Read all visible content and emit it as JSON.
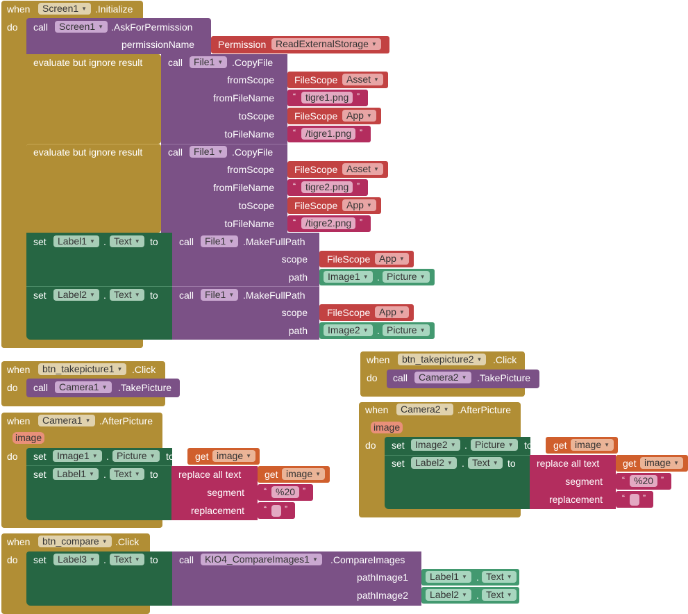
{
  "kw": {
    "when": "when",
    "do": "do",
    "call": "call",
    "set": "set",
    "to": "to",
    "get": "get",
    "dot": ".",
    "eval": "evaluate but ignore result",
    "open_q": "“",
    "close_q": "”"
  },
  "screen_init": {
    "component": "Screen1",
    "event": ".Initialize",
    "ask": {
      "component": "Screen1",
      "method": ".AskForPermission",
      "param": "permissionName",
      "perm_type": "Permission",
      "perm_value": "ReadExternalStorage"
    },
    "copies": [
      {
        "component": "File1",
        "method": ".CopyFile",
        "params": [
          "fromScope",
          "fromFileName",
          "toScope",
          "toFileName"
        ],
        "from_scope_type": "FileScope",
        "from_scope": "Asset",
        "from_name": "tigre1.png",
        "to_scope_type": "FileScope",
        "to_scope": "App",
        "to_name": "/tigre1.png"
      },
      {
        "component": "File1",
        "method": ".CopyFile",
        "params": [
          "fromScope",
          "fromFileName",
          "toScope",
          "toFileName"
        ],
        "from_scope_type": "FileScope",
        "from_scope": "Asset",
        "from_name": "tigre2.png",
        "to_scope_type": "FileScope",
        "to_scope": "App",
        "to_name": "/tigre2.png"
      }
    ],
    "sets": [
      {
        "component": "Label1",
        "prop": "Text",
        "call_comp": "File1",
        "method": ".MakeFullPath",
        "scope_label": "scope",
        "path_label": "path",
        "scope_type": "FileScope",
        "scope": "App",
        "img": "Image1",
        "img_prop": "Picture"
      },
      {
        "component": "Label2",
        "prop": "Text",
        "call_comp": "File1",
        "method": ".MakeFullPath",
        "scope_label": "scope",
        "path_label": "path",
        "scope_type": "FileScope",
        "scope": "App",
        "img": "Image2",
        "img_prop": "Picture"
      }
    ]
  },
  "click1": {
    "component": "btn_takepicture1",
    "event": ".Click",
    "cam": "Camera1",
    "method": ".TakePicture"
  },
  "click2": {
    "component": "btn_takepicture2",
    "event": ".Click",
    "cam": "Camera2",
    "method": ".TakePicture"
  },
  "after1": {
    "component": "Camera1",
    "event": ".AfterPicture",
    "param": "image",
    "img": "Image1",
    "img_prop": "Picture",
    "var": "image",
    "label": "Label1",
    "label_prop": "Text",
    "replace": "replace all text",
    "segment_label": "segment",
    "replacement_label": "replacement",
    "segment": "%20",
    "replacement": ""
  },
  "after2": {
    "component": "Camera2",
    "event": ".AfterPicture",
    "param": "image",
    "img": "Image2",
    "img_prop": "Picture",
    "var": "image",
    "label": "Label2",
    "label_prop": "Text",
    "replace": "replace all text",
    "segment_label": "segment",
    "replacement_label": "replacement",
    "segment": "%20",
    "replacement": ""
  },
  "compare": {
    "component": "btn_compare",
    "event": ".Click",
    "label": "Label3",
    "label_prop": "Text",
    "call_comp": "KIO4_CompareImages1",
    "method": ".CompareImages",
    "p1": "pathImage1",
    "p2": "pathImage2",
    "l1": "Label1",
    "l1_prop": "Text",
    "l2": "Label2",
    "l2_prop": "Text"
  }
}
